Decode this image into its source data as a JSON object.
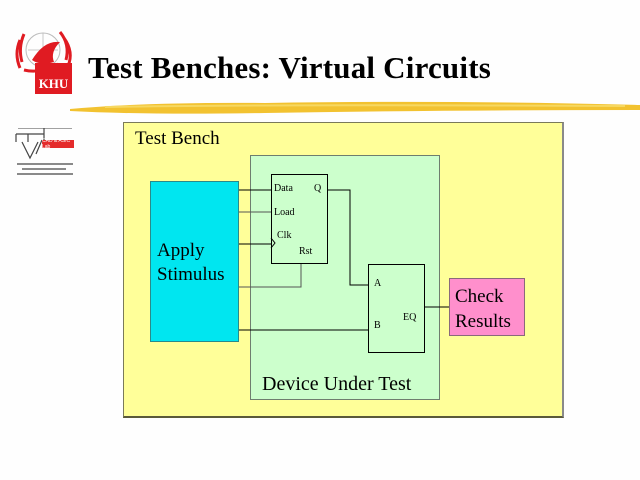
{
  "slide": {
    "title": "Test Benches: Virtual Circuits",
    "logos": {
      "university_badge": "KHU",
      "lab_badge": "CAD & ASIC Lab"
    }
  },
  "diagram": {
    "test_bench_label": "Test Bench",
    "stimulus_label_line1": "Apply",
    "stimulus_label_line2": "Stimulus",
    "dut_label": "Device Under Test",
    "register": {
      "pins": {
        "data": "Data",
        "q": "Q",
        "load": "Load",
        "clk": "Clk",
        "rst": "Rst"
      }
    },
    "comparator": {
      "pins": {
        "a": "A",
        "b": "B",
        "eq": "EQ"
      }
    },
    "check_label_line1": "Check",
    "check_label_line2": "Results",
    "colors": {
      "test_bench_fill": "#ffff99",
      "dut_fill": "#ccffcc",
      "stimulus_fill": "#00e6f0",
      "check_fill": "#ff8fcc",
      "logo_red": "#e01b22",
      "brush_yellow": "#f2c230"
    }
  }
}
